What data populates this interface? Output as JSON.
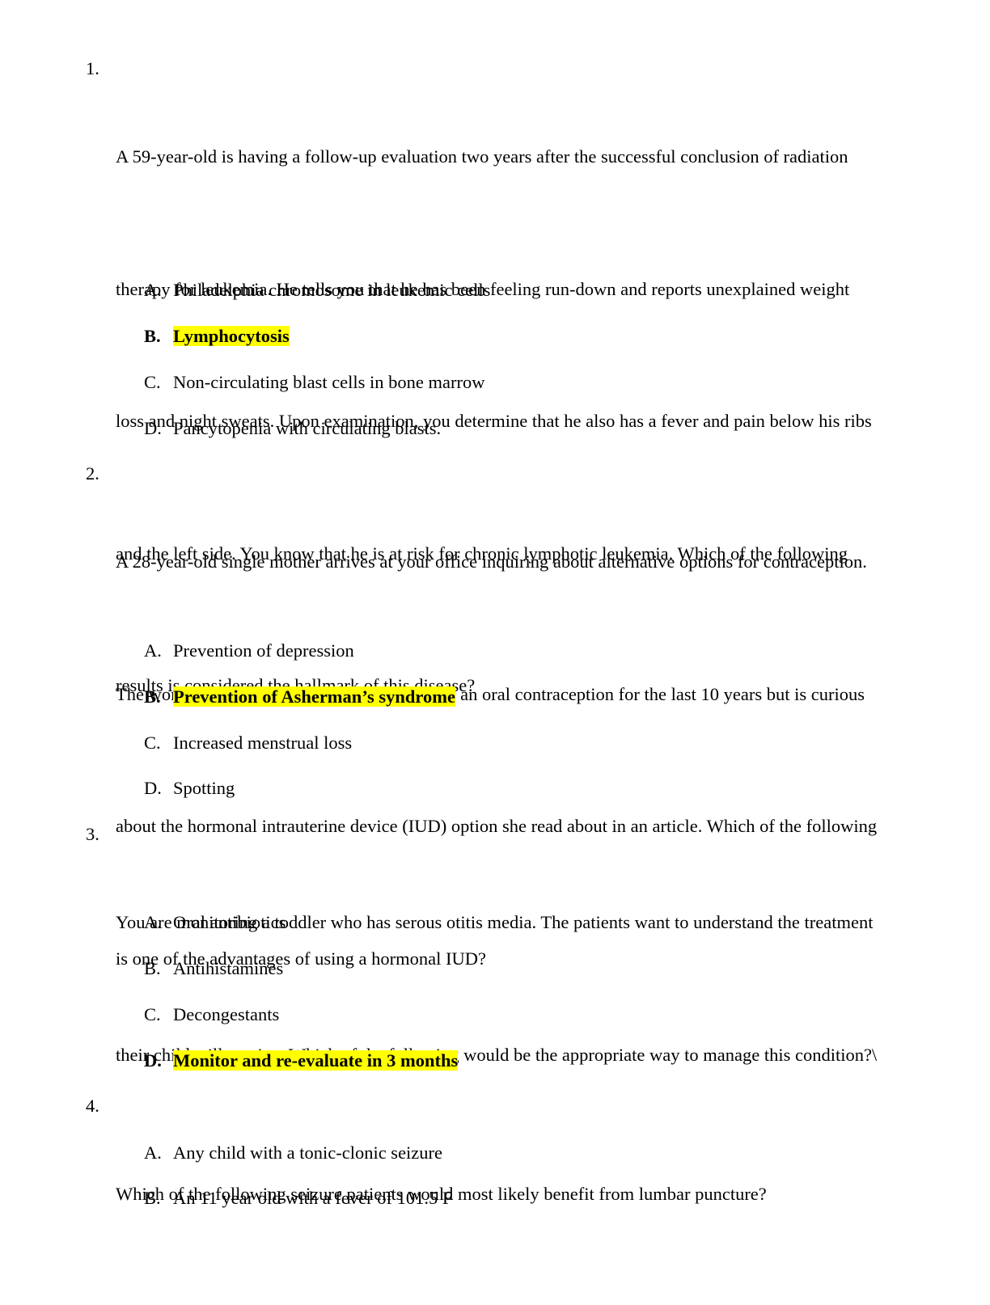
{
  "highlight_color": "#ffff00",
  "questions": [
    {
      "number": "1.",
      "lines": [
        "A 59-year-old is having a follow-up evaluation two years after the successful conclusion of radiation",
        "therapy for leukemia. He tells you that he has been feeling run-down and reports unexplained weight",
        "loss and night sweats. Upon examination, you determine that he also has a fever and pain below his ribs",
        "and the left side. You know that he is at risk for chronic lymphotic leukemia. Which of the following",
        "results is considered the hallmark of this disease?"
      ],
      "options": [
        {
          "letter": "A.",
          "text": "Philadelphia chromosome in leukemic cells"
        },
        {
          "letter": "B.",
          "text": "Lymphocytosis"
        },
        {
          "letter": "C.",
          "text": "Non-circulating blast cells in bone marrow"
        },
        {
          "letter": "D.",
          "text": "Pancytopenia with circulating blasts."
        }
      ]
    },
    {
      "number": "2.",
      "lines": [
        "A 28-year-old single mother arrives at your office inquiring about alternative options for contraception.",
        "The woman mentions that she has been having an oral contraception for the last 10 years but is curious",
        "about the hormonal intrauterine device (IUD) option she read about in an article. Which of the following",
        "is one of the advantages of using a hormonal IUD?"
      ],
      "options": [
        {
          "letter": "A.",
          "text": "Prevention of depression"
        },
        {
          "letter": "B.",
          "text": "Prevention of Asherman’s syndrome"
        },
        {
          "letter": "C.",
          "text": "Increased menstrual loss"
        },
        {
          "letter": "D.",
          "text": "Spotting"
        }
      ]
    },
    {
      "number": "3.",
      "lines": [
        "You are monitoring a toddler who has serous otitis media. The patients want to understand the treatment",
        "their child will receive. Which of the following would be the appropriate way to manage this condition?\\"
      ],
      "options": [
        {
          "letter": "A.",
          "text": "Oral antibiotics"
        },
        {
          "letter": "B.",
          "text": "Antihistamines"
        },
        {
          "letter": "C.",
          "text": "Decongestants"
        },
        {
          "letter": "D.",
          "text": "Monitor and re-evaluate in 3 months"
        }
      ]
    },
    {
      "number": "4.",
      "lines": [
        "Which of the following seizure patients would most likely benefit from lumbar puncture?"
      ],
      "options": [
        {
          "letter": "A.",
          "text": "Any child with a tonic-clonic seizure"
        },
        {
          "letter": "B.",
          "text": "An 11 year old with a fever of 101.5 F"
        }
      ]
    }
  ]
}
